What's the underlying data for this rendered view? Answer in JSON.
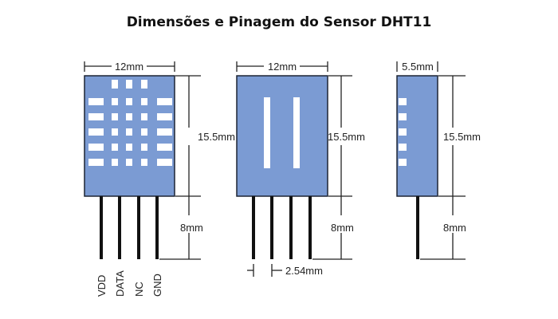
{
  "title": "Dimensões e Pinagem do Sensor DHT11",
  "front_view": {
    "width": "12mm",
    "height": "15.5mm",
    "pin_length": "8mm",
    "pins": [
      "VDD",
      "DATA",
      "NC",
      "GND"
    ]
  },
  "back_view": {
    "width": "12mm",
    "height": "15.5mm",
    "pin_length": "8mm",
    "pin_pitch": "2.54mm"
  },
  "side_view": {
    "width": "5.5mm",
    "height": "15.5mm",
    "pin_length": "8mm"
  },
  "colors": {
    "body": "#7b9bd3",
    "pins": "#111111"
  }
}
